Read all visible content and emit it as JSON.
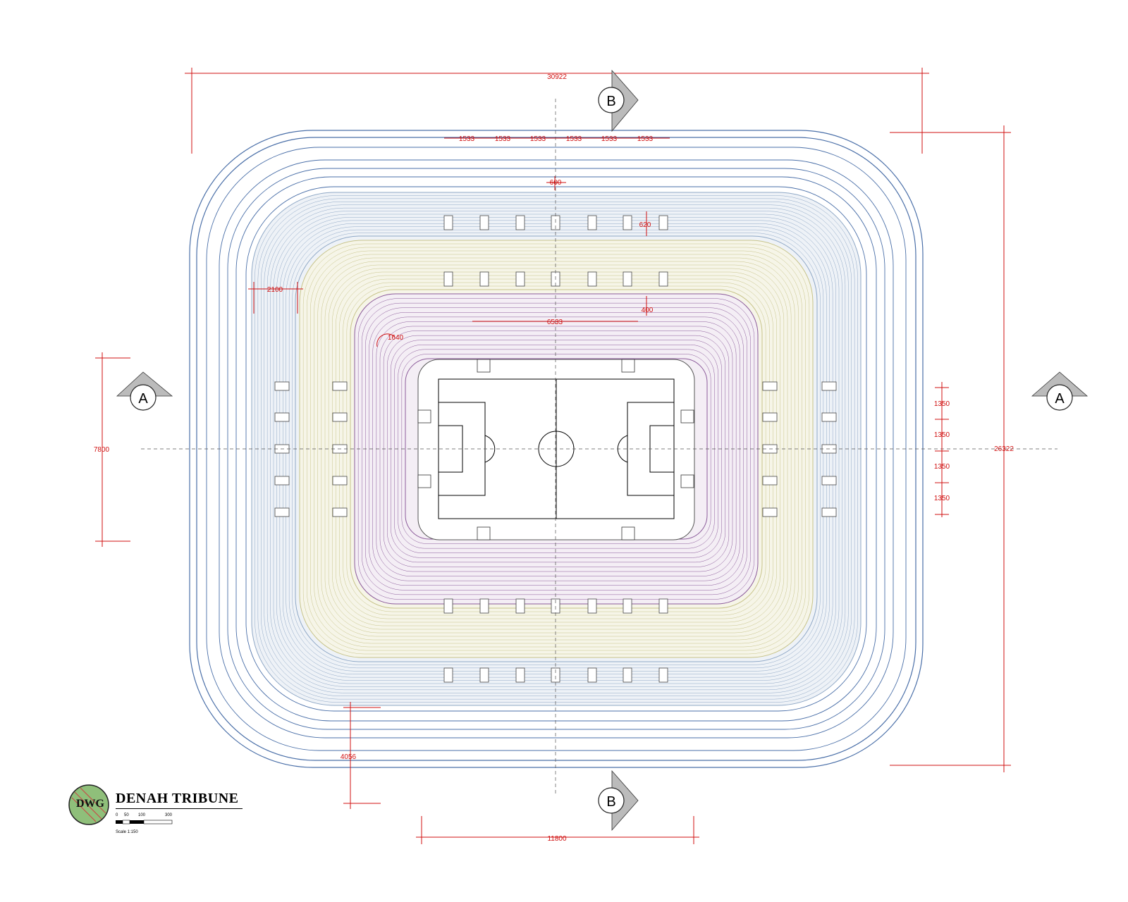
{
  "drawing": {
    "title": "DENAH TRIBUNE",
    "scale_note": "Scale 1:150",
    "scale_ticks": [
      "0",
      "50",
      "100",
      "300"
    ],
    "logo_text": "DWG"
  },
  "sections": {
    "a_left": "A",
    "a_right": "A",
    "b_top": "B",
    "b_bottom": "B"
  },
  "dimensions": {
    "overall_width": "30922",
    "overall_height": "26322",
    "bay_labels": [
      "1533",
      "1533",
      "1533",
      "1533",
      "1533",
      "1533"
    ],
    "aisle_600": "600",
    "vomitory_620": "620",
    "tier_2100": "2100",
    "inner_400": "400",
    "inner_6533": "6533",
    "radius_1640": "1640",
    "left_span_7800": "7800",
    "right_bays": [
      "1350",
      "1350",
      "1350",
      "1350"
    ],
    "corner_4056": "4056",
    "bottom_11800": "11800"
  },
  "colors": {
    "dimension": "#d01010",
    "outer_ring": "#4a6fa8",
    "upper_tier": "#8fa8c6",
    "middle_tier": "#c8c48a",
    "lower_tier": "#8b5a9a",
    "pitch_line": "#000000"
  }
}
